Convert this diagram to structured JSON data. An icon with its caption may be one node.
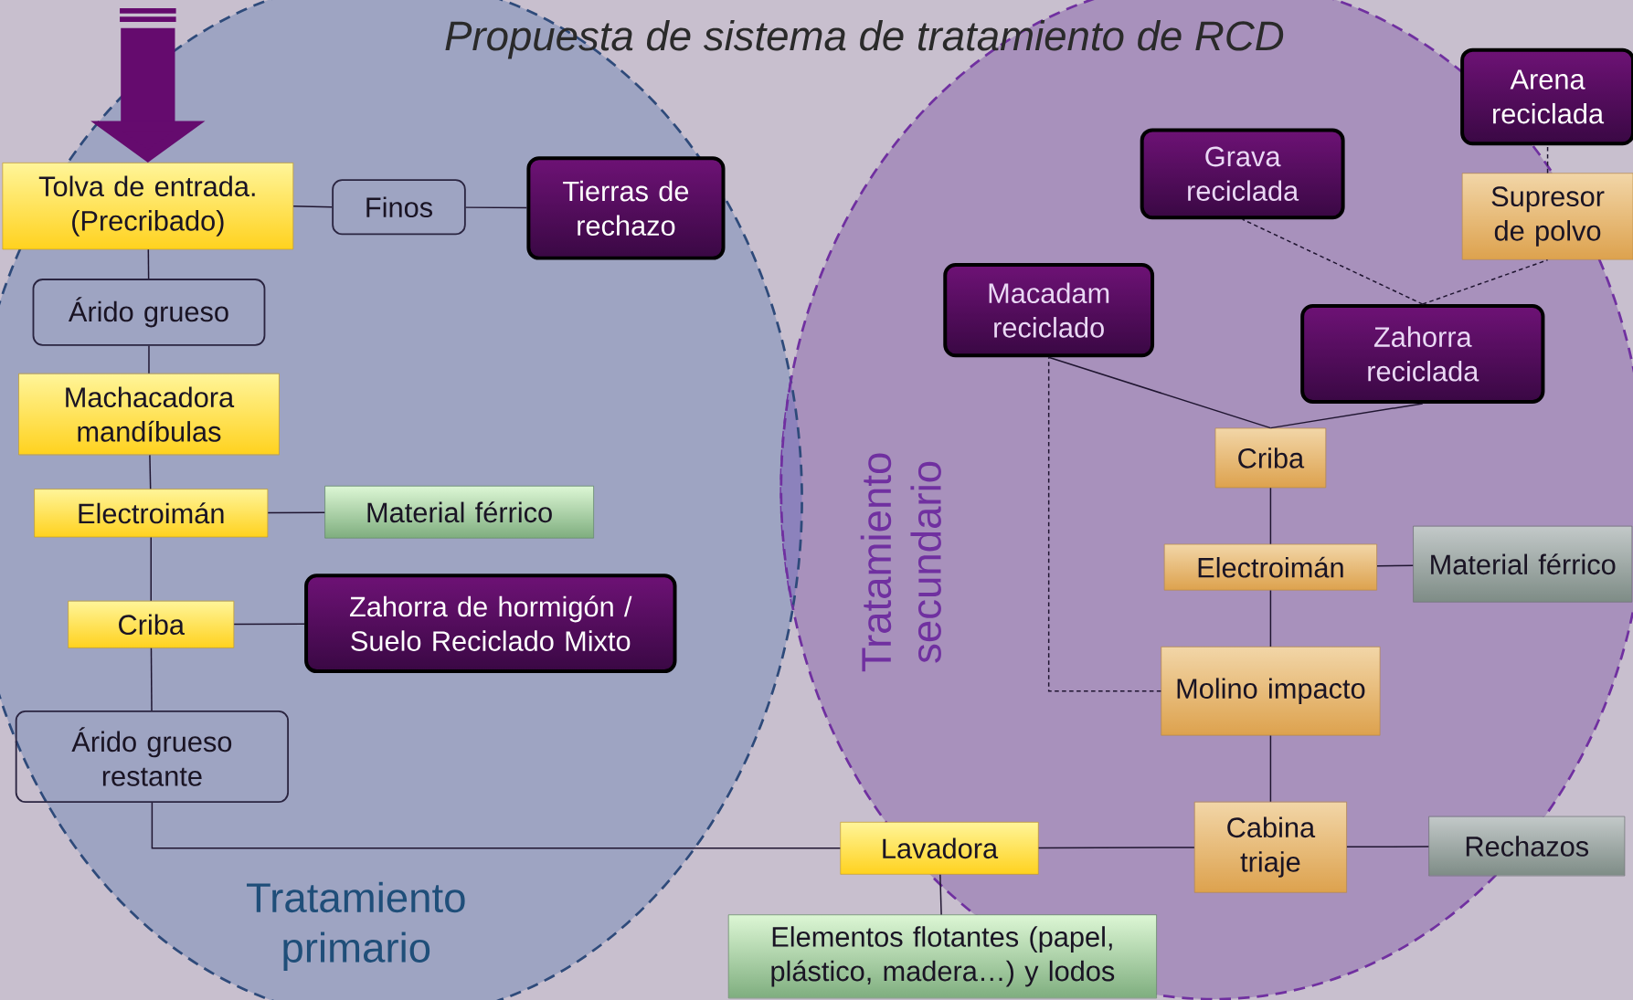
{
  "diagram": {
    "title": "Propuesta de sistema de tratamiento de RCD",
    "nodes": [
      {
        "text": [
          "Tratamiento primario"
        ]
      },
      {
        "text": [
          "Tratamiento secundario"
        ]
      },
      {
        "text": [
          "Tolva de entrada. (Precribado)"
        ],
        "in": 0
      },
      {
        "text": [
          "Finos"
        ],
        "in": 0
      },
      {
        "text": [
          "Tierras de rechazo"
        ],
        "in": 0
      },
      {
        "text": [
          "Árido grueso"
        ],
        "in": 0
      },
      {
        "text": [
          "Machacadora mandíbulas"
        ],
        "in": 0
      },
      {
        "text": [
          "Electroimán"
        ],
        "in": 0
      },
      {
        "text": [
          "Material férrico"
        ],
        "in": 0
      },
      {
        "text": [
          "Criba"
        ],
        "in": 0
      },
      {
        "text": [
          "Zahorra de hormigón / Suelo Reciclado Mixto"
        ],
        "in": 0
      },
      {
        "text": [
          "Árido grueso restante"
        ],
        "in": 0
      },
      {
        "text": [
          "Lavadora"
        ],
        "in": 1
      },
      {
        "text": [
          "Elementos flotantes (papel, plástico, madera…) y lodos"
        ]
      },
      {
        "text": [
          "Cabina triaje"
        ],
        "in": 1
      },
      {
        "text": [
          "Rechazos"
        ]
      },
      {
        "text": [
          "Molino impacto"
        ],
        "in": 1
      },
      {
        "text": [
          "Electroimán"
        ],
        "in": 1
      },
      {
        "text": [
          "Material férrico"
        ],
        "in": 1
      },
      {
        "text": [
          "Criba"
        ],
        "in": 1
      },
      {
        "text": [
          "Macadam reciclado"
        ],
        "in": 1
      },
      {
        "text": [
          "Zahorra reciclada"
        ],
        "in": 1
      },
      {
        "text": [
          "Grava reciclada"
        ],
        "in": 1
      },
      {
        "text": [
          "Supresor de polvo"
        ],
        "in": 1
      },
      {
        "text": [
          "Arena reciclada"
        ]
      }
    ],
    "edges": [
      {
        "from": null,
        "to": 2,
        "arrow": "to",
        "style": "thick"
      },
      {
        "from": 2,
        "to": 3,
        "arrow": "none"
      },
      {
        "from": 3,
        "to": 4,
        "arrow": "none"
      },
      {
        "from": 2,
        "to": 5,
        "arrow": "none"
      },
      {
        "from": 5,
        "to": 6,
        "arrow": "none"
      },
      {
        "from": 6,
        "to": 7,
        "arrow": "none"
      },
      {
        "from": 7,
        "to": 8,
        "arrow": "none"
      },
      {
        "from": 7,
        "to": 9,
        "arrow": "none"
      },
      {
        "from": 9,
        "to": 10,
        "arrow": "none"
      },
      {
        "from": 9,
        "to": 11,
        "arrow": "none"
      },
      {
        "from": 11,
        "to": 12,
        "arrow": "none"
      },
      {
        "from": 12,
        "to": 13,
        "arrow": "none"
      },
      {
        "from": 12,
        "to": 14,
        "arrow": "none"
      },
      {
        "from": 14,
        "to": 15,
        "arrow": "none"
      },
      {
        "from": 14,
        "to": 16,
        "arrow": "none"
      },
      {
        "from": 16,
        "to": 17,
        "arrow": "none"
      },
      {
        "from": 17,
        "to": 18,
        "arrow": "none"
      },
      {
        "from": 17,
        "to": 19,
        "arrow": "none"
      },
      {
        "from": 19,
        "to": 20,
        "arrow": "none"
      },
      {
        "from": 19,
        "to": 21,
        "arrow": "none"
      },
      {
        "from": 16,
        "to": 20,
        "arrow": "none",
        "style": "dashed"
      },
      {
        "from": 21,
        "to": 22,
        "arrow": "none",
        "style": "dashed"
      },
      {
        "from": 21,
        "to": 23,
        "arrow": "none",
        "style": "dashed"
      },
      {
        "from": 23,
        "to": 24,
        "arrow": "none",
        "style": "dashed"
      }
    ]
  }
}
